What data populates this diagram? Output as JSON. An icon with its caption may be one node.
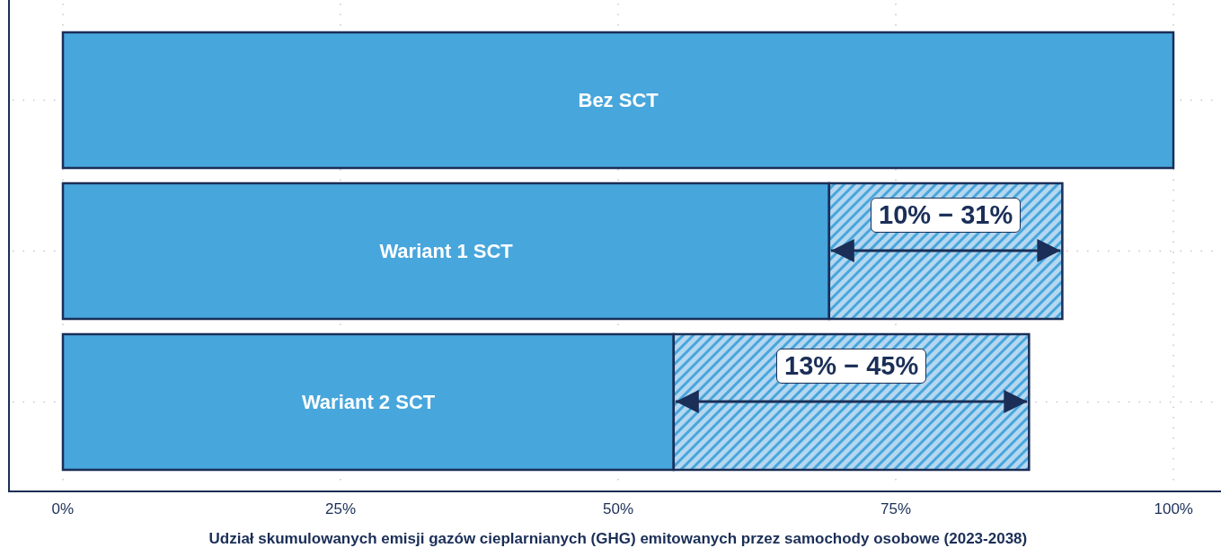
{
  "diagram": {
    "chart_data": {
      "type": "bar",
      "orientation": "horizontal",
      "stacked": true,
      "xlabel": "Udział skumulowanych emisji gazów cieplarnianych (GHG) emitowanych przez samochody osobowe (2023-2038)",
      "categories": [
        "Bez SCT",
        "Wariant 1 SCT",
        "Wariant 2 SCT"
      ],
      "series": [
        {
          "color": "#47a6dc",
          "values": [
            100,
            69,
            55
          ]
        },
        {
          "color": "#b5d7f0",
          "values": [
            null,
            21,
            32
          ]
        }
      ],
      "xlim": [
        0,
        100
      ],
      "xticks": [
        {
          "value": 0,
          "label": "0%"
        },
        {
          "value": 25,
          "label": "25%"
        },
        {
          "value": 50,
          "label": "50%"
        },
        {
          "value": 75,
          "label": "75%"
        },
        {
          "value": 100,
          "label": "100%"
        }
      ],
      "grid": true,
      "annotations": [
        {
          "text": "10% − 31%"
        },
        {
          "text": "13% − 45%"
        }
      ]
    }
  }
}
